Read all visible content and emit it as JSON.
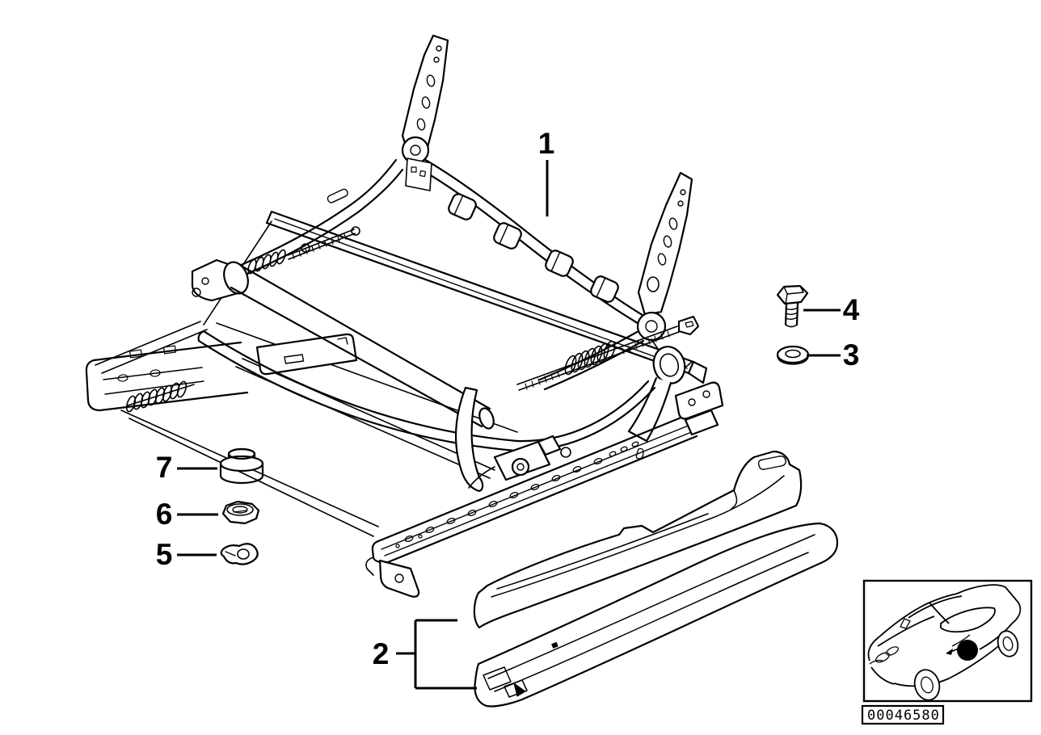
{
  "page": {
    "background_color": "#ffffff",
    "line_color": "#000000",
    "marker_color": "#000000"
  },
  "callouts": {
    "c1": "1",
    "c2": "2",
    "c3": "3",
    "c4": "4",
    "c5": "5",
    "c6": "6",
    "c7": "7"
  },
  "inset": {
    "part_code": "00046580"
  }
}
